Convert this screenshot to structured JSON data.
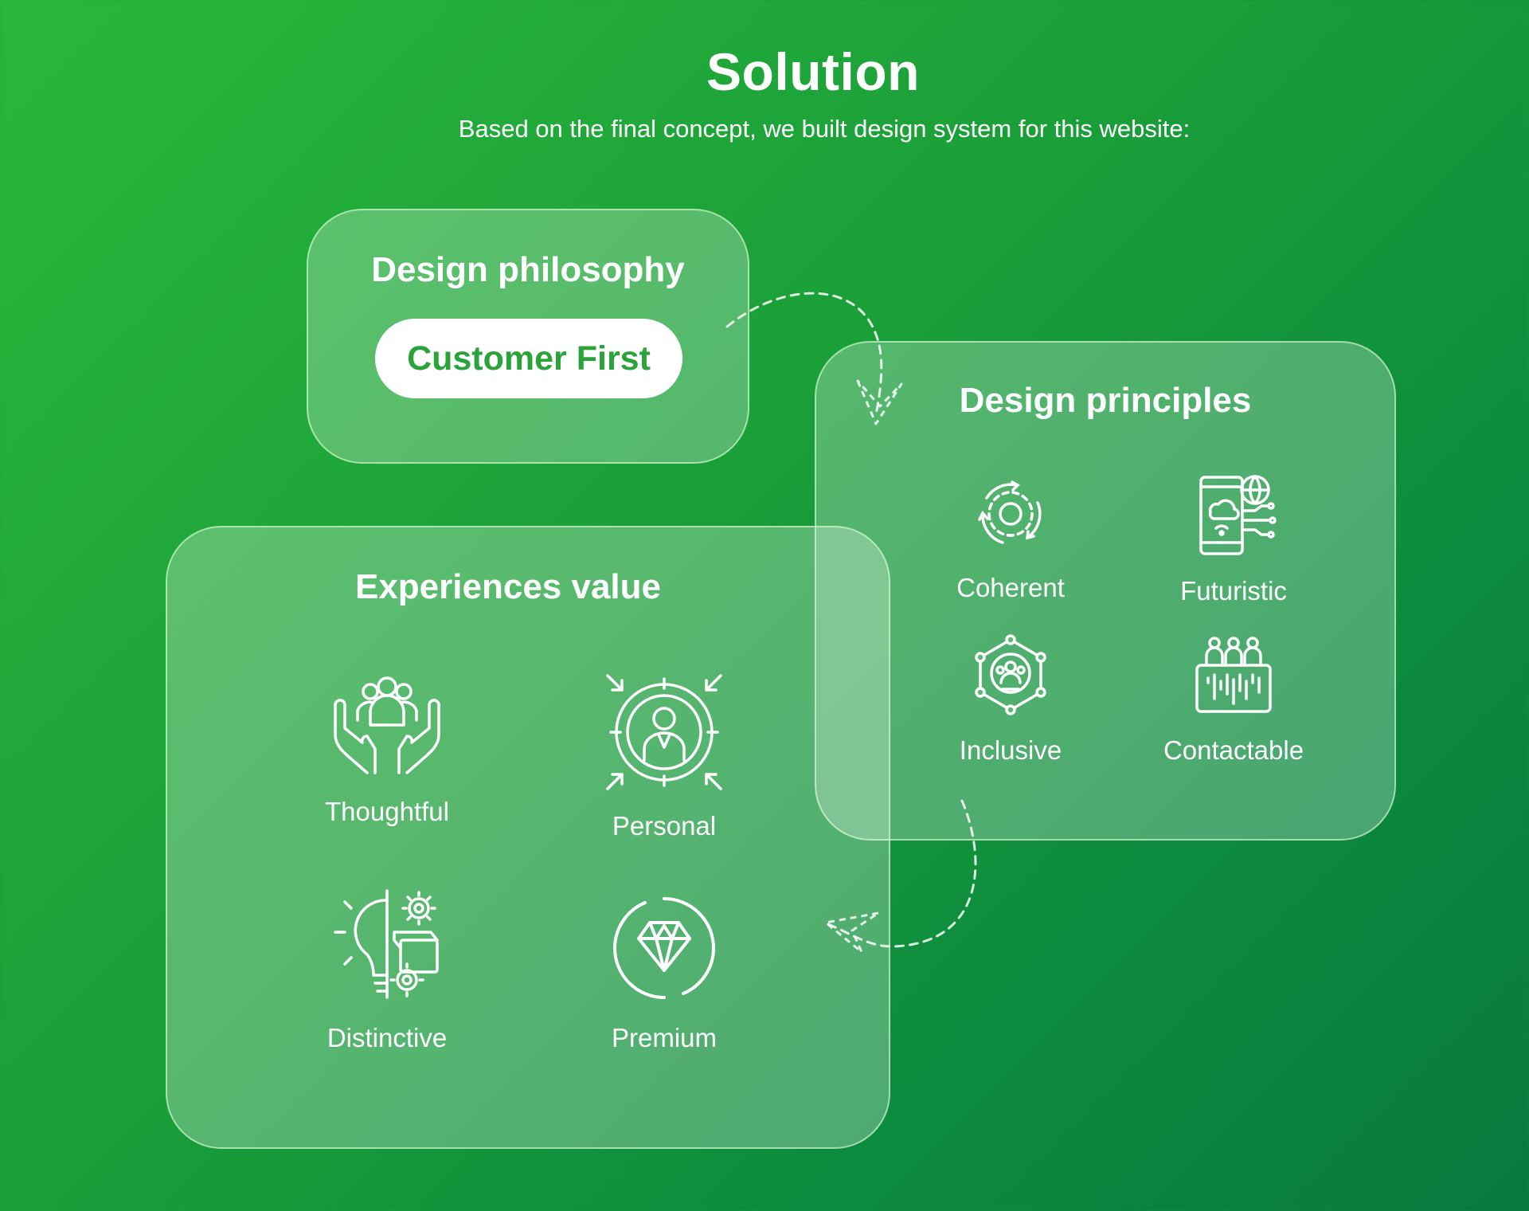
{
  "header": {
    "title": "Solution",
    "subtitle": "Based on the final concept, we built design system for this website:"
  },
  "philosophy": {
    "title": "Design philosophy",
    "value": "Customer First"
  },
  "principles": {
    "title": "Design principles",
    "items": [
      {
        "label": "Coherent",
        "icon": "cycle-icon"
      },
      {
        "label": "Futuristic",
        "icon": "smart-device-icon"
      },
      {
        "label": "Inclusive",
        "icon": "network-people-icon"
      },
      {
        "label": "Contactable",
        "icon": "team-table-icon"
      }
    ]
  },
  "experiences": {
    "title": "Experiences value",
    "items": [
      {
        "label": "Thoughtful",
        "icon": "hands-people-icon"
      },
      {
        "label": "Personal",
        "icon": "target-person-icon"
      },
      {
        "label": "Distinctive",
        "icon": "bulb-gears-icon"
      },
      {
        "label": "Premium",
        "icon": "diamond-icon"
      }
    ]
  },
  "colors": {
    "background_start": "#29b73a",
    "background_end": "#08793e",
    "accent_text": "#2aa43a",
    "card_border": "#def5d6"
  }
}
